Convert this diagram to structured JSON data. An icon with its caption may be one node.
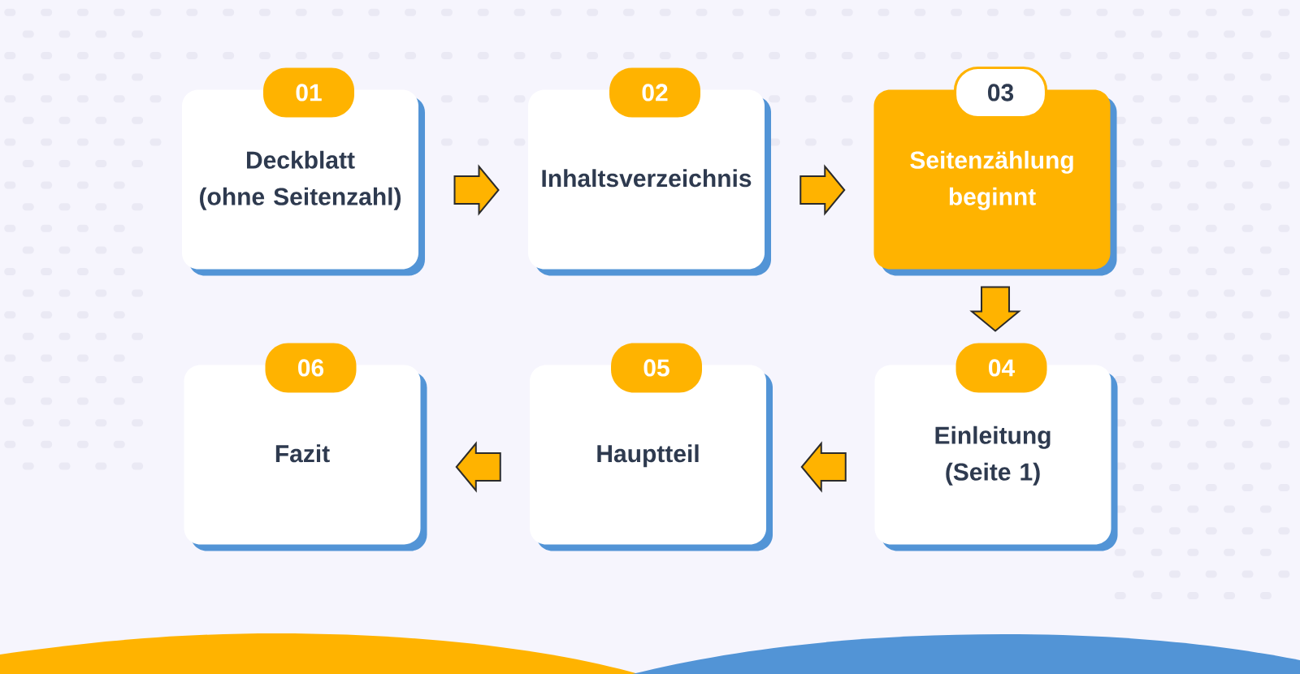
{
  "diagram": {
    "nodes": [
      {
        "text": [
          "01",
          "Deckblatt (ohne Seitenzahl)"
        ]
      },
      {
        "text": [
          "02",
          "Inhaltsverzeichnis"
        ]
      },
      {
        "text": [
          "03",
          "Seitenzählung beginnt"
        ]
      },
      {
        "text": [
          "04",
          "Einleitung (Seite 1)"
        ]
      },
      {
        "text": [
          "05",
          "Hauptteil"
        ]
      },
      {
        "text": [
          "06",
          "Fazit"
        ]
      }
    ],
    "edges": [
      {
        "from": 0,
        "to": 1,
        "arrow": "to"
      },
      {
        "from": 1,
        "to": 2,
        "arrow": "to"
      },
      {
        "from": 2,
        "to": 3,
        "arrow": "to"
      },
      {
        "from": 3,
        "to": 4,
        "arrow": "to"
      },
      {
        "from": 4,
        "to": 5,
        "arrow": "to"
      }
    ]
  }
}
